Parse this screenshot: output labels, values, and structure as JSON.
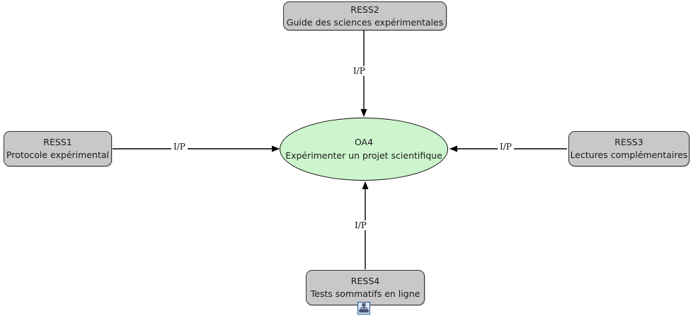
{
  "diagram": {
    "type": "resource-objective-map",
    "colors": {
      "box_fill": "#c8c8c8",
      "box_border": "#333333",
      "ellipse_fill": "#cdf5cd",
      "ellipse_border": "#111111",
      "edge": "#000000",
      "icon_border": "#2b4f93",
      "icon_fill": "#d8e4f6",
      "background": "#ffffff"
    },
    "nodes": [
      {
        "key": "ress2",
        "shape": "rounded-rect",
        "id": "RESS2",
        "label": "Guide des sciences expérimentales",
        "position": "top"
      },
      {
        "key": "ress1",
        "shape": "rounded-rect",
        "id": "RESS1",
        "label": "Protocole expérimental",
        "position": "left"
      },
      {
        "key": "oa4",
        "shape": "ellipse",
        "id": "OA4",
        "label": "Expérimenter un projet scientifique",
        "position": "center"
      },
      {
        "key": "ress3",
        "shape": "rounded-rect",
        "id": "RESS3",
        "label": "Lectures complémentaires",
        "position": "right"
      },
      {
        "key": "ress4",
        "shape": "rounded-rect",
        "id": "RESS4",
        "label": "Tests sommatifs en ligne",
        "position": "bottom",
        "icon": "hierarchy-icon"
      }
    ],
    "edges": [
      {
        "key": "e_ress2_oa4",
        "from": "RESS2",
        "to": "OA4",
        "label": "I/P",
        "direction": "down"
      },
      {
        "key": "e_ress1_oa4",
        "from": "RESS1",
        "to": "OA4",
        "label": "I/P",
        "direction": "right"
      },
      {
        "key": "e_ress3_oa4",
        "from": "RESS3",
        "to": "OA4",
        "label": "I/P",
        "direction": "left"
      },
      {
        "key": "e_ress4_oa4",
        "from": "RESS4",
        "to": "OA4",
        "label": "I/P",
        "direction": "up"
      }
    ]
  }
}
